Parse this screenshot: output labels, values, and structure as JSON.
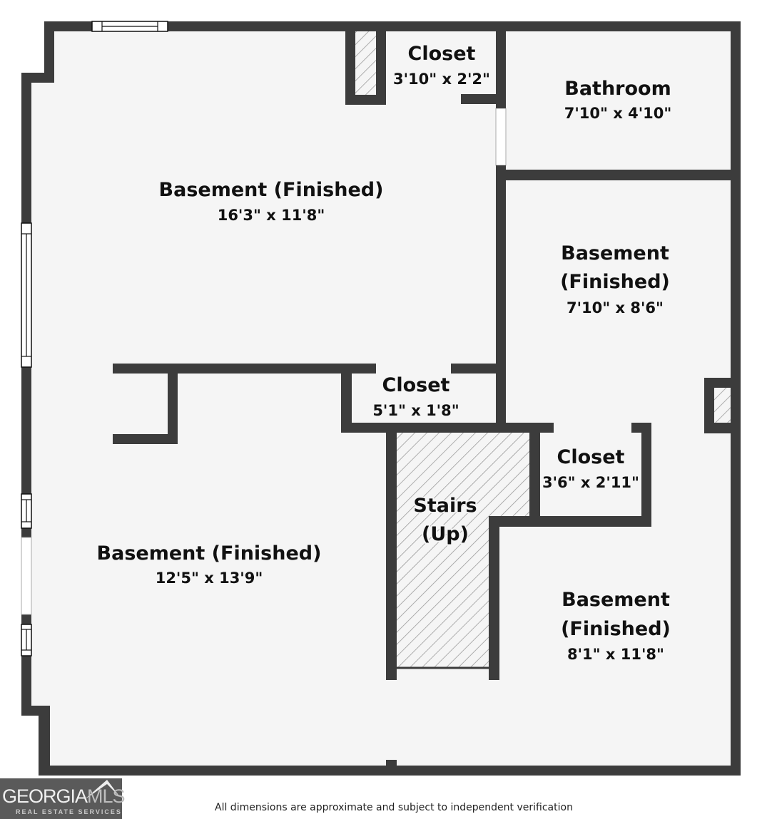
{
  "floorplan": {
    "title": "Basement floor plan",
    "colors": {
      "wall": "#3c3c3c",
      "floor": "#f5f5f5",
      "text": "#111111",
      "hatch": "#9a9a9a"
    },
    "rooms": [
      {
        "id": "basement-main-upper",
        "name": "Basement (Finished)",
        "dimensions": "16'3\" x 11'8\""
      },
      {
        "id": "closet-top",
        "name": "Closet",
        "dimensions": "3'10\" x 2'2\""
      },
      {
        "id": "bathroom",
        "name": "Bathroom",
        "dimensions": "7'10\" x 4'10\""
      },
      {
        "id": "basement-right-middle",
        "name_line1": "Basement",
        "name_line2": "(Finished)",
        "dimensions": "7'10\" x 8'6\""
      },
      {
        "id": "closet-middle",
        "name": "Closet",
        "dimensions": "5'1\" x 1'8\""
      },
      {
        "id": "closet-right",
        "name": "Closet",
        "dimensions": "3'6\" x 2'11\""
      },
      {
        "id": "stairs",
        "name_line1": "Stairs",
        "name_line2": "(Up)"
      },
      {
        "id": "basement-main-lower",
        "name": "Basement (Finished)",
        "dimensions": "12'5\" x 13'9\""
      },
      {
        "id": "basement-right-lower",
        "name_line1": "Basement",
        "name_line2": "(Finished)",
        "dimensions": "8'1\" x 11'8\""
      }
    ]
  },
  "footer": {
    "logo_main_bold": "GEORGIA",
    "logo_main_thin": "MLS",
    "logo_sub": "REAL ESTATE SERVICES",
    "disclaimer": "All dimensions are approximate and subject to independent verification"
  }
}
